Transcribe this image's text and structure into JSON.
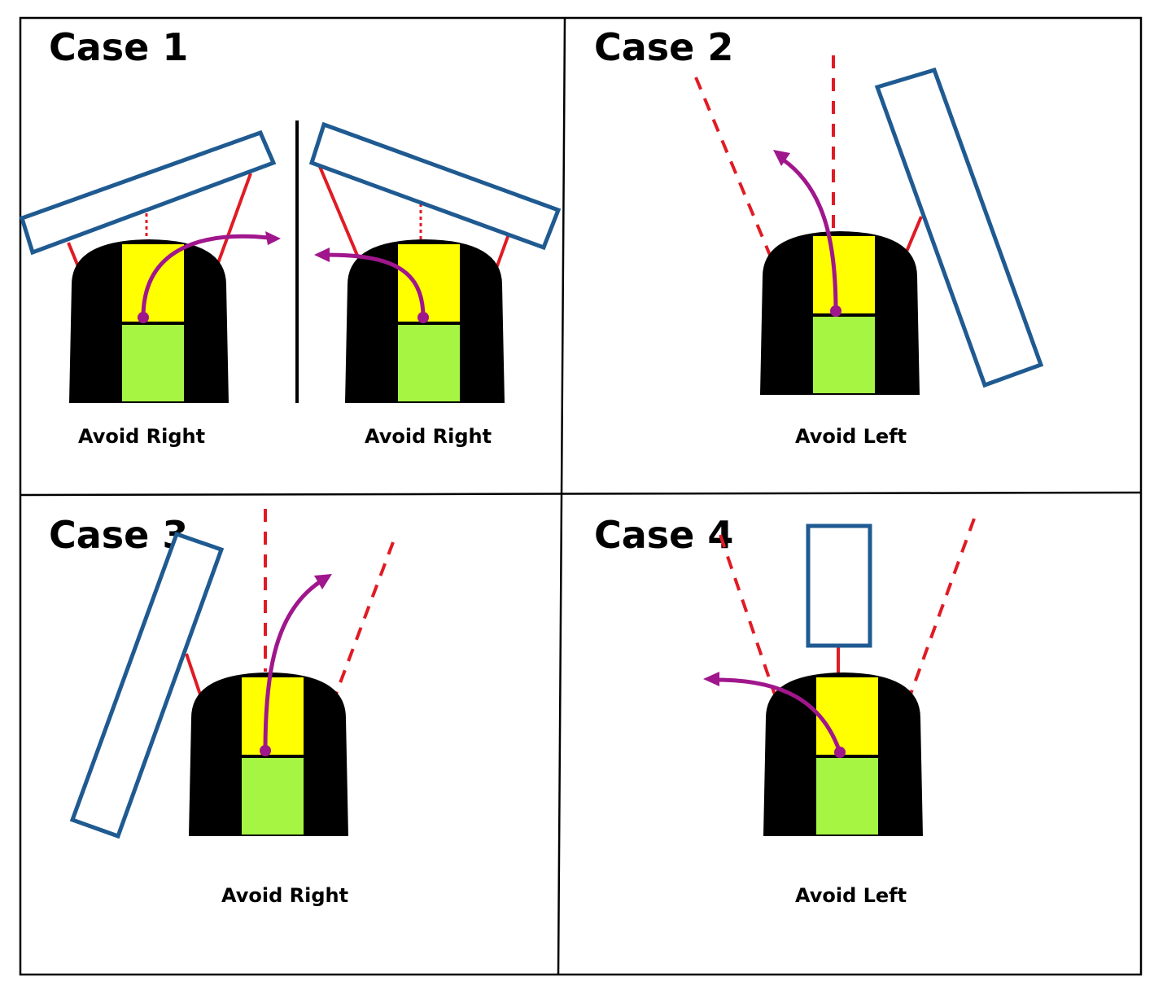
{
  "colors": {
    "robot_body": "#000000",
    "robot_front": "#ffff00",
    "robot_back": "#a5f542",
    "obstacle_stroke": "#1f5a91",
    "sensor": "#e01b24",
    "path": "#a0168c"
  },
  "panels": [
    {
      "title": "Case 1",
      "captions": [
        "Avoid Right",
        "Avoid Right"
      ]
    },
    {
      "title": "Case 2",
      "captions": [
        "Avoid Left"
      ]
    },
    {
      "title": "Case 3",
      "captions": [
        "Avoid Right"
      ]
    },
    {
      "title": "Case 4",
      "captions": [
        "Avoid Left"
      ]
    }
  ]
}
